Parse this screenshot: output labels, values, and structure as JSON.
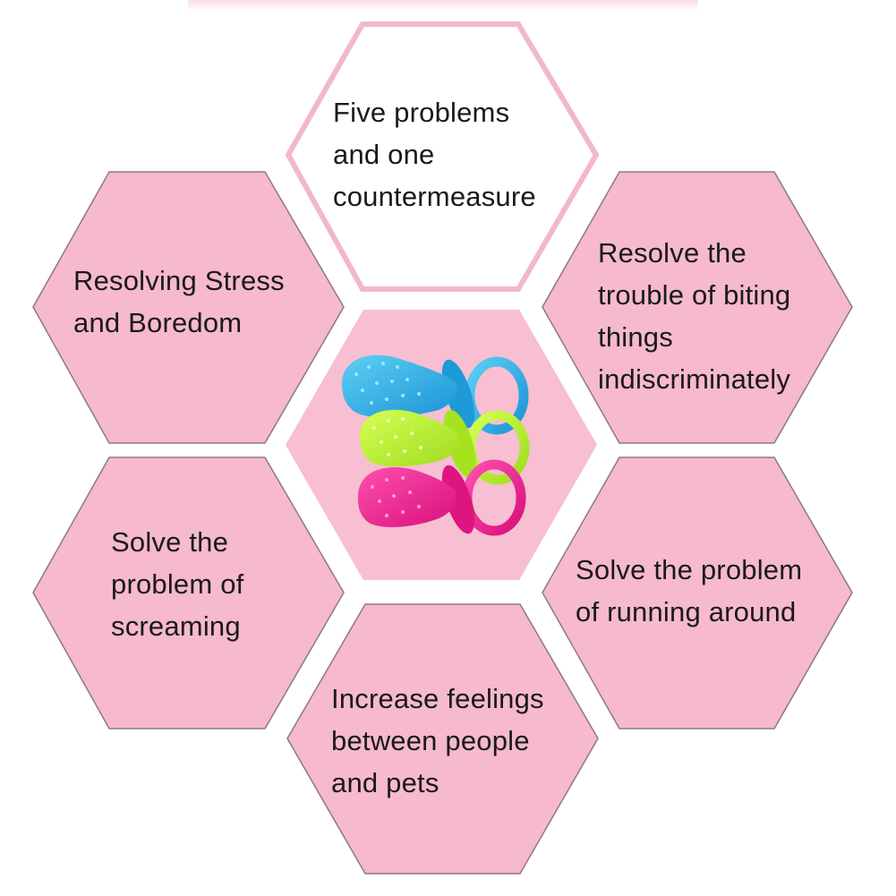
{
  "colors": {
    "hex_fill": "#f6b9cd",
    "hex_stroke": "#8c7a80",
    "center_fill": "#f7bfd1",
    "title_stroke": "#f2b8c8",
    "text": "#1a1a1a"
  },
  "title_hex": {
    "text": "Five problems\nand one\ncountermeasure"
  },
  "center_image": {
    "icon": "pacifier-chew-toys-image",
    "toy_colors": [
      "#2fb3e6",
      "#b6ef2f",
      "#f0258f"
    ]
  },
  "hexes": {
    "stress": {
      "text": "Resolving Stress\nand Boredom"
    },
    "biting": {
      "text": "Resolve the\ntrouble of biting\nthings\nindiscriminately"
    },
    "screaming": {
      "text": "Solve the\nproblem of\nscreaming"
    },
    "running": {
      "text": "Solve the problem\nof running around"
    },
    "feelings": {
      "text": "Increase feelings\nbetween people\nand pets"
    }
  }
}
